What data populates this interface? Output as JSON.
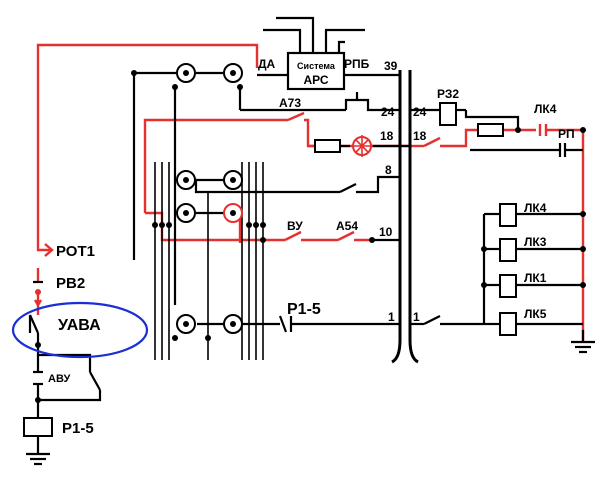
{
  "diagram": {
    "aps": {
      "line1": "Система",
      "line2": "АРС"
    },
    "labels": {
      "da": "ДА",
      "rpb": "РПБ",
      "n39": "39",
      "a73": "А73",
      "n24_left": "24",
      "n24_right": "24",
      "rz2": "РЗ2",
      "lk4_top": "ЛК4",
      "rp": "РП",
      "n18_left": "18",
      "n18_right": "18",
      "n8": "8",
      "vu": "ВУ",
      "a54": "А54",
      "n10": "10",
      "r1_5_mid": "Р1-5",
      "n1_left": "1",
      "n1_right": "1",
      "lk4": "ЛК4",
      "lk3": "ЛК3",
      "lk1": "ЛК1",
      "lk5": "ЛК5",
      "rot1": "РОТ1",
      "rv2": "РВ2",
      "uava": "УАВА",
      "avu": "АВУ",
      "r1_5_coil": "Р1-5"
    },
    "colors": {
      "energized": "#e53030",
      "wire": "#000000",
      "highlight": "#1a2fd6"
    }
  }
}
